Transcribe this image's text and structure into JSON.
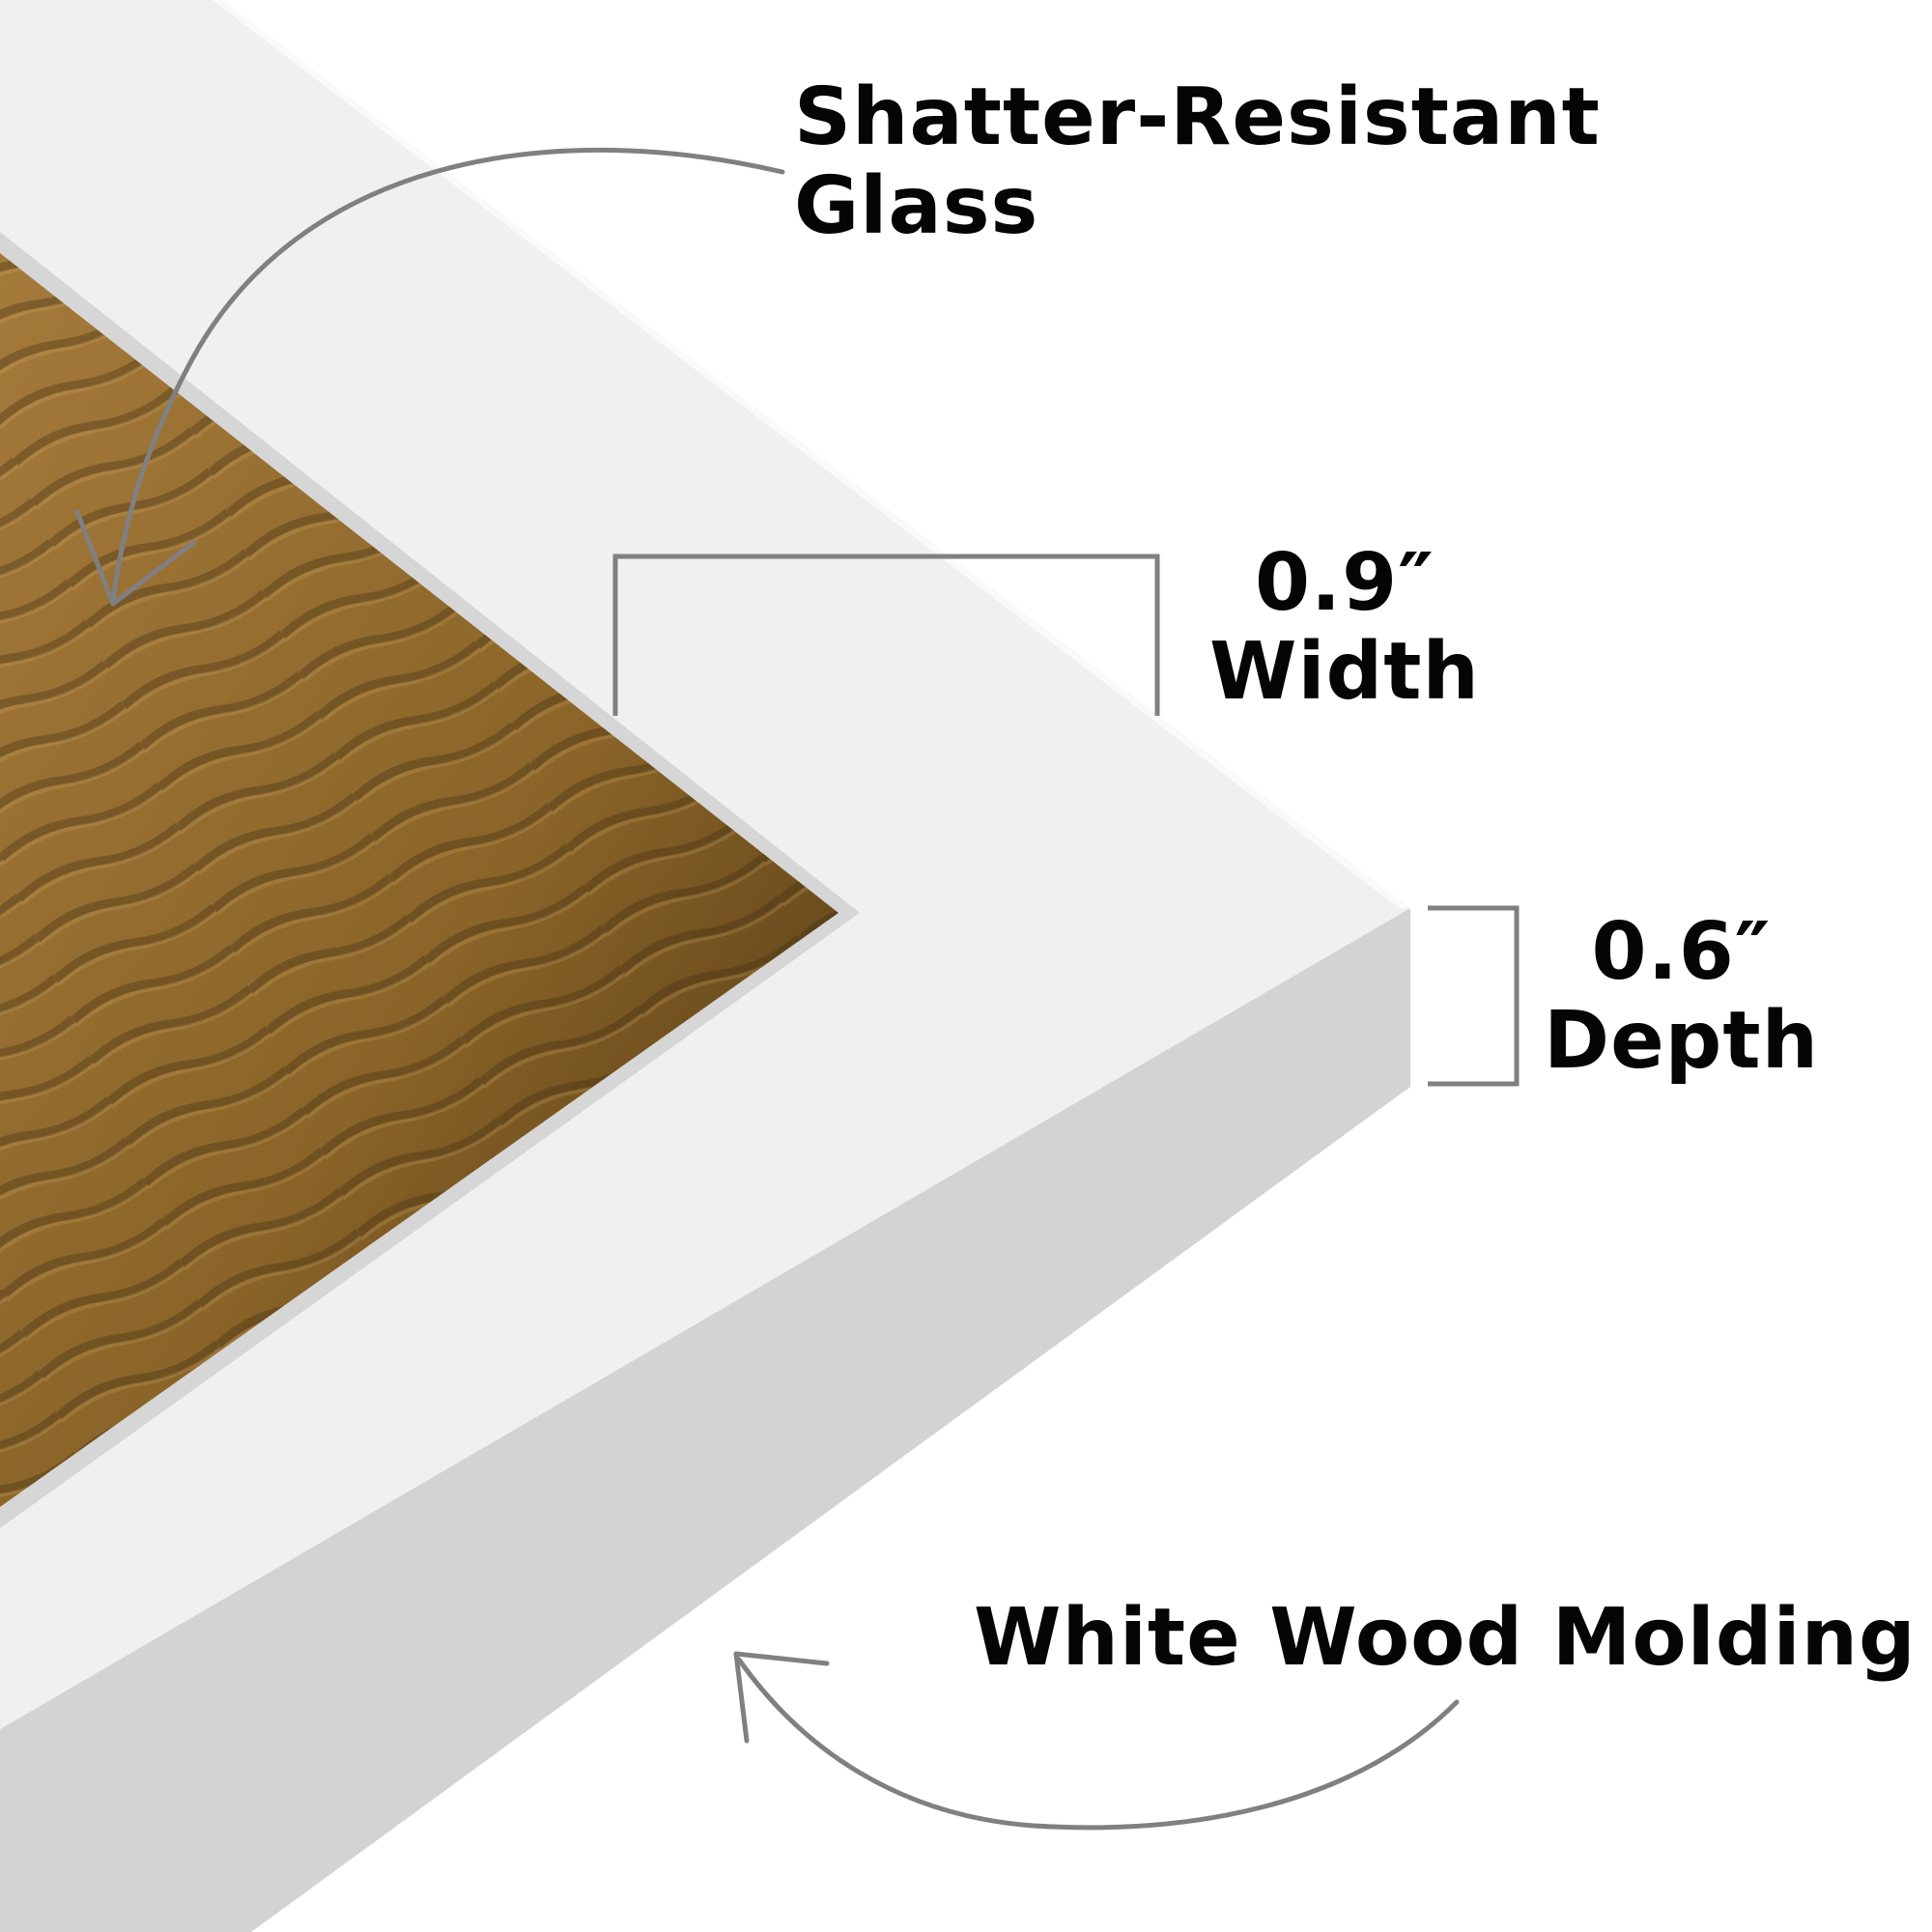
{
  "labels": {
    "glass": {
      "line1": "Shatter-Resistant",
      "line2": "Glass"
    },
    "width": {
      "value": "0.9″",
      "label": "Width"
    },
    "depth": {
      "value": "0.6″",
      "label": "Depth"
    },
    "molding": {
      "text": "White Wood Molding"
    }
  },
  "colors": {
    "background": "#ffffff",
    "frame_face": "#f0f0f0",
    "frame_side": "#d3d3d3",
    "frame_top_edge": "#fafafa",
    "glass_edge": "#d6d6d6",
    "artwork_light": "#a47a3b",
    "artwork_dark": "#4a3213",
    "annotation_line": "#808080",
    "text": "#050505"
  },
  "icons": {
    "glass_arrow": "curved-arrow-down-left-icon",
    "molding_arrow": "curved-arrow-up-left-icon",
    "width_bracket": "dimension-bracket-icon",
    "depth_bracket": "dimension-bracket-icon"
  }
}
